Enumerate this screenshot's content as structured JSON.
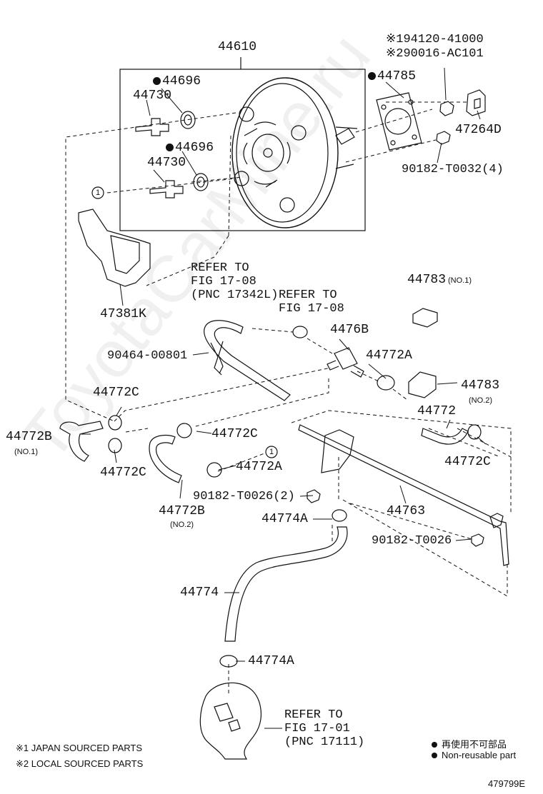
{
  "watermark": "ToyotaCarMine.ru",
  "parts": {
    "booster_assy": "44610",
    "grommet_top": "44696",
    "check_valve_top": "44730",
    "grommet_mid": "44696",
    "check_valve_mid": "44730",
    "gasket": "44785",
    "nut_jp": "94120-41000",
    "nut_local": "90016-AC101",
    "bracket_47264d": "47264D",
    "bolt_t0032": "90182-T0032(4)",
    "bracket_47381k": "47381K",
    "refer1_line1": "REFER TO",
    "refer1_line2": "FIG 17-08",
    "refer1_line3": "(PNC 17342L)",
    "refer2_line1": "REFER TO",
    "refer2_line2": "FIG 17-08",
    "clip_90464": "90464-00801",
    "union_4476b": "4476B",
    "clamp_44772a_top": "44772A",
    "clamp_44783_no1": "44783",
    "clamp_44783_no1_sub": "(NO.1)",
    "clamp_44783_no2": "44783",
    "clamp_44783_no2_sub": "(NO.2)",
    "hose_44772": "44772",
    "clamp_44772c_right": "44772C",
    "clamp_44772c_left_top": "44772C",
    "hose_44772b_no1": "44772B",
    "hose_44772b_no1_sub": "(NO.1)",
    "clamp_44772c_left_bottom": "44772C",
    "clamp_44772c_mid": "44772C",
    "clamp_44772a_mid": "44772A",
    "hose_44772b_no2": "44772B",
    "hose_44772b_no2_sub": "(NO.2)",
    "bolt_t0026_2": "90182-T0026(2)",
    "pipe_44763": "44763",
    "clamp_44774a_top": "44774A",
    "bolt_t0026": "90182-T0026",
    "hose_44774": "44774",
    "clamp_44774a_bottom": "44774A",
    "refer3_line1": "REFER TO",
    "refer3_line2": "FIG 17-01",
    "refer3_line3": "(PNC 17111)",
    "circle_ref": "1"
  },
  "markers": {
    "jp_mark": "※1",
    "local_mark": "※2"
  },
  "notes": {
    "japan_sourced": "※1 JAPAN SOURCED PARTS",
    "local_sourced": "※2 LOCAL SOURCED PARTS",
    "nonreusable_jp": "再使用不可部品",
    "nonreusable_en": "Non-reusable part",
    "diagram_id": "479799E"
  }
}
